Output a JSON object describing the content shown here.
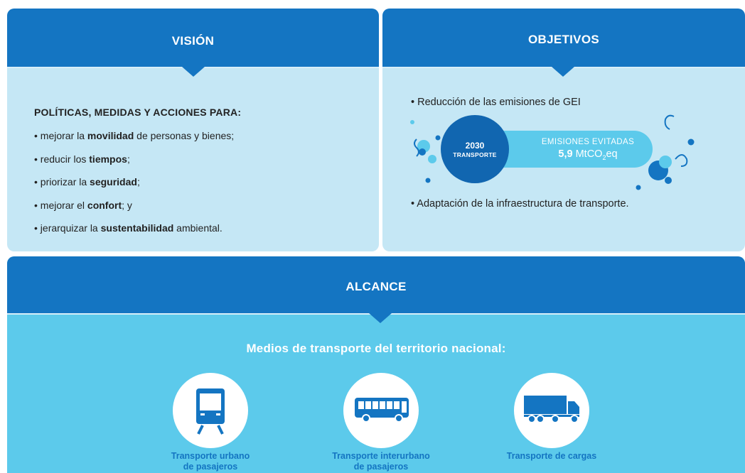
{
  "vision": {
    "title": "VISIÓN",
    "subheading": "POLÍTICAS, MEDIDAS Y ACCIONES PARA:",
    "items": [
      {
        "prefix": "• mejorar la ",
        "bold": "movilidad",
        "suffix": " de personas y bienes;"
      },
      {
        "prefix": "• reducir los ",
        "bold": "tiempos",
        "suffix": ";"
      },
      {
        "prefix": "• priorizar la ",
        "bold": "seguridad",
        "suffix": ";"
      },
      {
        "prefix": "• mejorar el ",
        "bold": "confort",
        "suffix": "; y"
      },
      {
        "prefix": "• jerarquizar la ",
        "bold": "sustentabilidad",
        "suffix": " ambiental."
      }
    ]
  },
  "objetivos": {
    "title": "OBJETIVOS",
    "item1": "• Reducción de las emisiones de GEI",
    "item2": "• Adaptación de la infraestructura de transporte.",
    "badge": {
      "year": "2030",
      "sector": "TRANSPORTE"
    },
    "emissions": {
      "label": "EMISIONES EVITADAS",
      "value": "5,9",
      "unit_prefix": "MtCO",
      "unit_sub": "2",
      "unit_suffix": "eq"
    }
  },
  "alcance": {
    "title": "ALCANCE",
    "subtitle": "Medios de transporte del territorio nacional:",
    "modes": [
      {
        "label": "Transporte urbano\nde pasajeros",
        "icon": "train-icon"
      },
      {
        "label": "Transporte interurbano\nde pasajeros",
        "icon": "bus-icon"
      },
      {
        "label": "Transporte de cargas",
        "icon": "truck-icon"
      }
    ]
  },
  "colors": {
    "header_blue": "#1475c2",
    "light_blue": "#c5e7f5",
    "cyan": "#5ccaeb",
    "dark_blue": "#1166b0"
  }
}
